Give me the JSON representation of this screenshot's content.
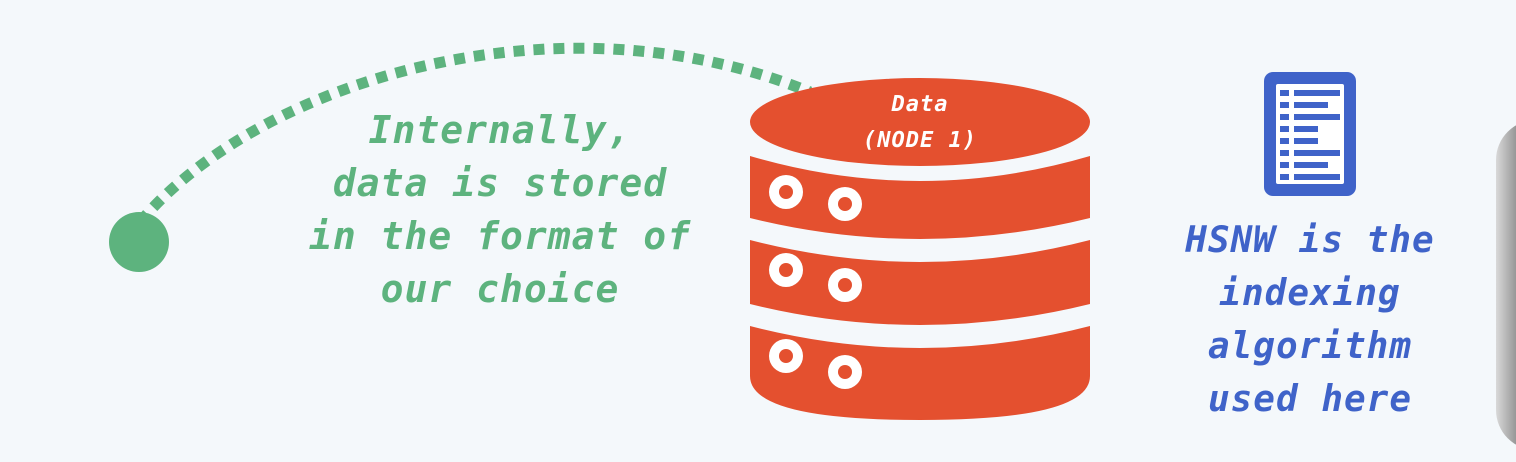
{
  "colors": {
    "background": "#f4f8fb",
    "green": "#5db37e",
    "orange": "#e4502f",
    "blue": "#3f63c9",
    "white": "#ffffff"
  },
  "green_note": {
    "lines": [
      "Internally,",
      "data is stored",
      "in the format of",
      "our choice"
    ]
  },
  "database": {
    "label_line1": "Data",
    "label_line2": "(NODE 1)",
    "icon": "database-icon"
  },
  "blue_note": {
    "icon": "document-list-icon",
    "lines": [
      "HSNW is the",
      "indexing",
      "algorithm",
      "used here"
    ]
  }
}
